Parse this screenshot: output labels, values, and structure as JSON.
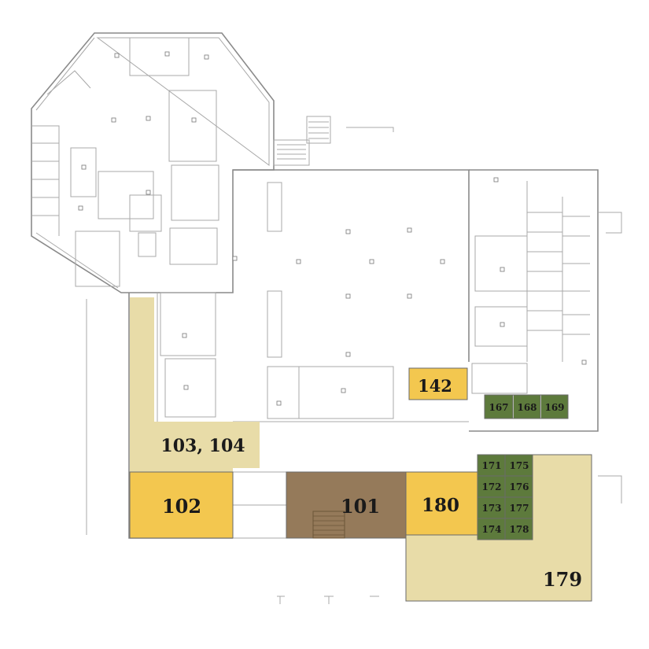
{
  "rooms": {
    "r101": "101",
    "r102": "102",
    "r103_104": "103, 104",
    "r142": "142",
    "r167": "167",
    "r168": "168",
    "r169": "169",
    "r171": "171",
    "r172": "172",
    "r173": "173",
    "r174": "174",
    "r175": "175",
    "r176": "176",
    "r177": "177",
    "r178": "178",
    "r179": "179",
    "r180": "180"
  },
  "colors": {
    "light_tan": "#e8dca8",
    "gold": "#f3c74f",
    "brown": "#957a5a",
    "green": "#5d7a3c",
    "wall": "#8a8a8a"
  }
}
